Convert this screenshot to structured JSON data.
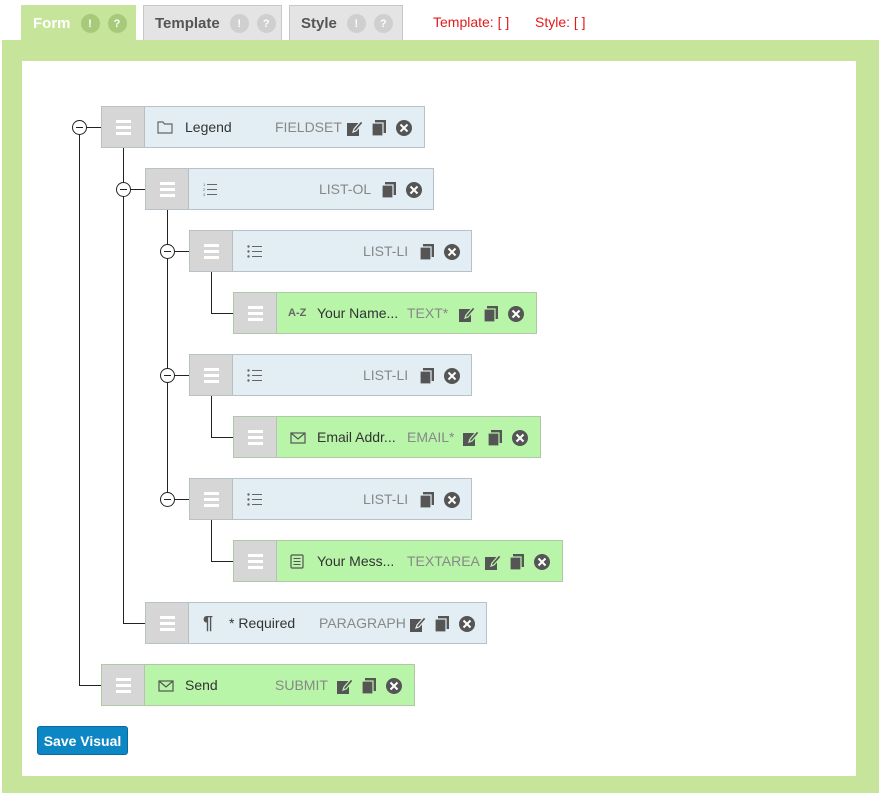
{
  "tabs": [
    {
      "label": "Form",
      "badge1": "!",
      "badge2": "?"
    },
    {
      "label": "Template",
      "badge1": "!",
      "badge2": "?"
    },
    {
      "label": "Style",
      "badge1": "!",
      "badge2": "?"
    }
  ],
  "status": {
    "template": "Template: [  ]",
    "style": "Style: [  ]"
  },
  "nodes": [
    {
      "label": "Legend",
      "type": "FIELDSET",
      "icon": "folder-icon"
    },
    {
      "label": "",
      "type": "LIST-OL",
      "icon": "ordered-list-icon"
    },
    {
      "label": "",
      "type": "LIST-LI",
      "icon": "list-icon"
    },
    {
      "label": "Your Name...",
      "type": "TEXT*",
      "icon": "text-az-icon"
    },
    {
      "label": "",
      "type": "LIST-LI",
      "icon": "list-icon"
    },
    {
      "label": "Email Addr...",
      "type": "EMAIL*",
      "icon": "envelope-icon"
    },
    {
      "label": "",
      "type": "LIST-LI",
      "icon": "list-icon"
    },
    {
      "label": "Your Mess...",
      "type": "TEXTAREA",
      "icon": "textarea-icon"
    },
    {
      "label": "* Required",
      "type": "PARAGRAPH",
      "icon": "pilcrow-icon"
    },
    {
      "label": "Send",
      "type": "SUBMIT",
      "icon": "envelope-icon"
    }
  ],
  "icons": {
    "az": "A-Z",
    "pilcrow": "¶"
  },
  "save_button": "Save Visual",
  "colors": {
    "accent": "#c6e49a",
    "field": "#b8f5a8",
    "container": "#e2eef4",
    "status": "#e01b1b",
    "button": "#0d86c4"
  }
}
